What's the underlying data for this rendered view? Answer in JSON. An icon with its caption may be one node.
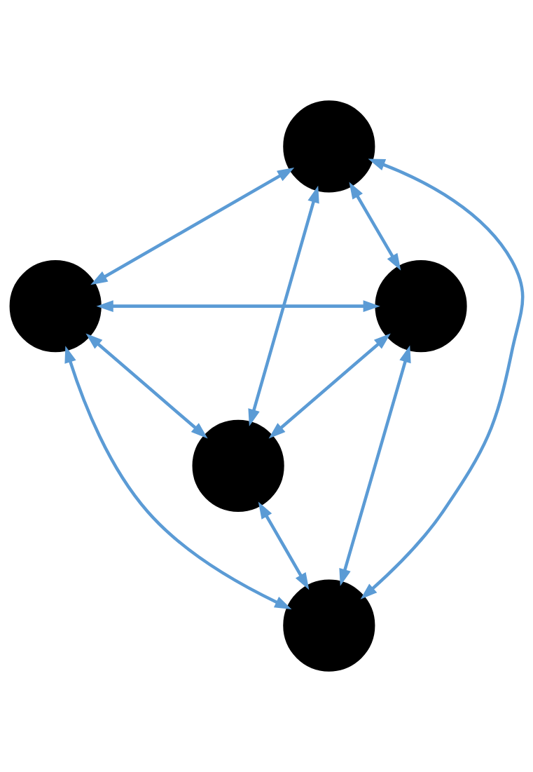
{
  "diagram": {
    "nodes": [
      {
        "text": [],
        "shape": "circle"
      },
      {
        "text": [],
        "shape": "circle"
      },
      {
        "text": [],
        "shape": "circle"
      },
      {
        "text": [],
        "shape": "circle"
      },
      {
        "text": [],
        "shape": "circle"
      }
    ],
    "edges": [
      {
        "from": 0,
        "to": 1,
        "arrow": "both"
      },
      {
        "from": 0,
        "to": 2,
        "arrow": "both"
      },
      {
        "from": 0,
        "to": 3,
        "arrow": "both"
      },
      {
        "from": 0,
        "to": 4,
        "arrow": "both"
      },
      {
        "from": 1,
        "to": 2,
        "arrow": "both"
      },
      {
        "from": 1,
        "to": 3,
        "arrow": "both"
      },
      {
        "from": 1,
        "to": 4,
        "arrow": "both"
      },
      {
        "from": 2,
        "to": 3,
        "arrow": "both"
      },
      {
        "from": 3,
        "to": 4,
        "arrow": "both"
      },
      {
        "from": 4,
        "to": 2,
        "arrow": "both"
      }
    ]
  }
}
